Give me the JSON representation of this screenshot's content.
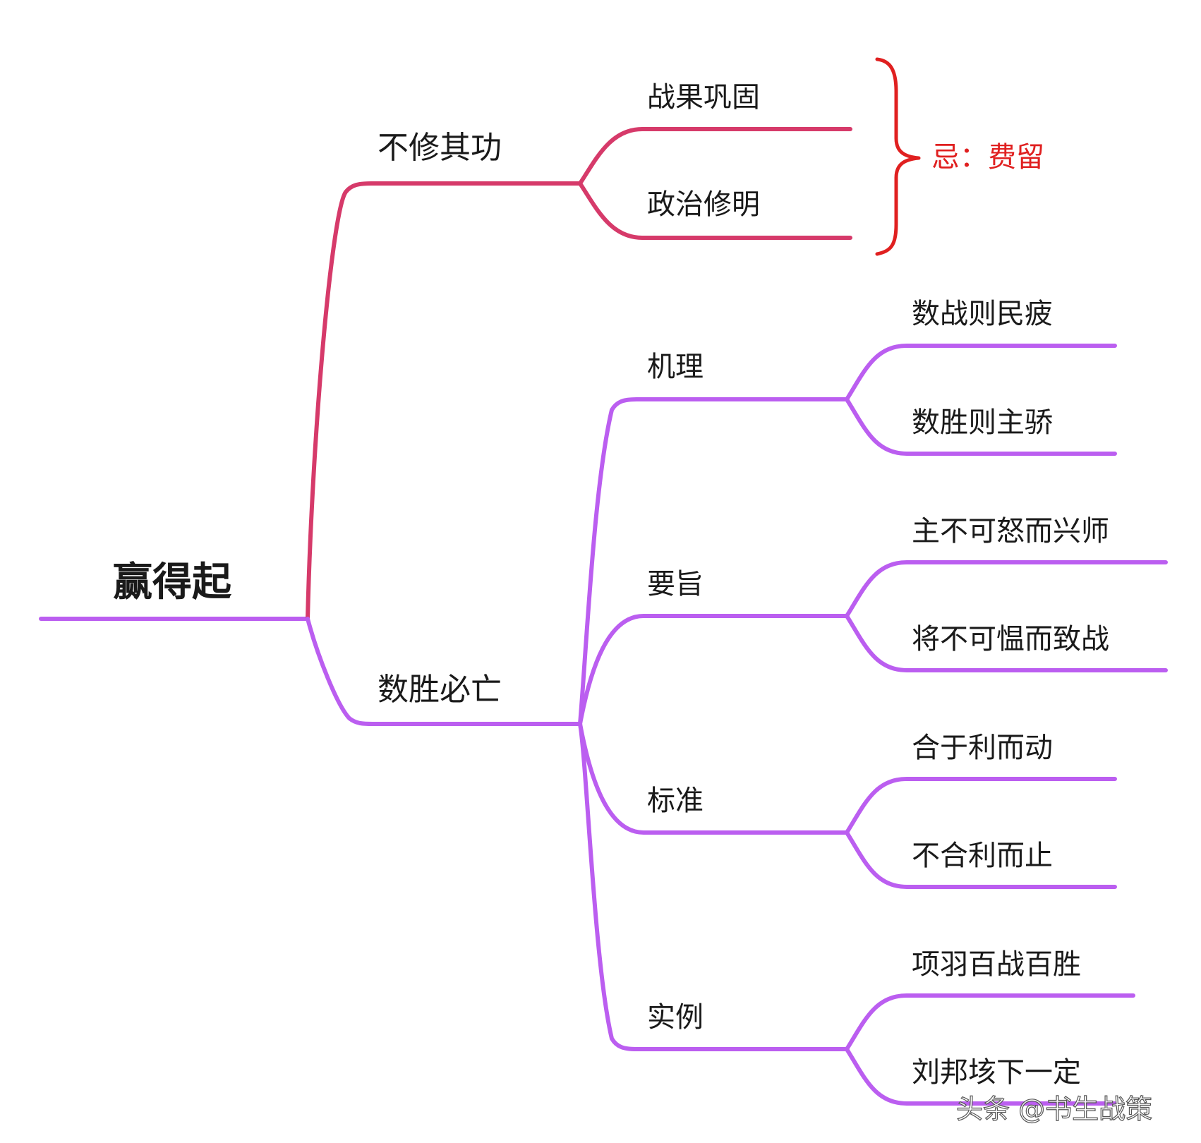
{
  "colors": {
    "crimson_branch": "#d63a6a",
    "purple_branch": "#bb5ef0",
    "note_red": "#e02020"
  },
  "root": {
    "label": "赢得起"
  },
  "branches": [
    {
      "label": "不修其功",
      "color": "crimson",
      "children": [
        {
          "label": "战果巩固"
        },
        {
          "label": "政治修明"
        }
      ],
      "note": {
        "label": "忌：费留",
        "shape": "right-curly-brace"
      }
    },
    {
      "label": "数胜必亡",
      "color": "purple",
      "children": [
        {
          "label": "机理",
          "children": [
            {
              "label": "数战则民疲"
            },
            {
              "label": "数胜则主骄"
            }
          ]
        },
        {
          "label": "要旨",
          "children": [
            {
              "label": "主不可怒而兴师"
            },
            {
              "label": "将不可愠而致战"
            }
          ]
        },
        {
          "label": "标准",
          "children": [
            {
              "label": "合于利而动"
            },
            {
              "label": "不合利而止"
            }
          ]
        },
        {
          "label": "实例",
          "children": [
            {
              "label": "项羽百战百胜"
            },
            {
              "label": "刘邦垓下一定"
            }
          ]
        }
      ]
    }
  ],
  "watermark": {
    "label": "头条 @书生战策"
  }
}
